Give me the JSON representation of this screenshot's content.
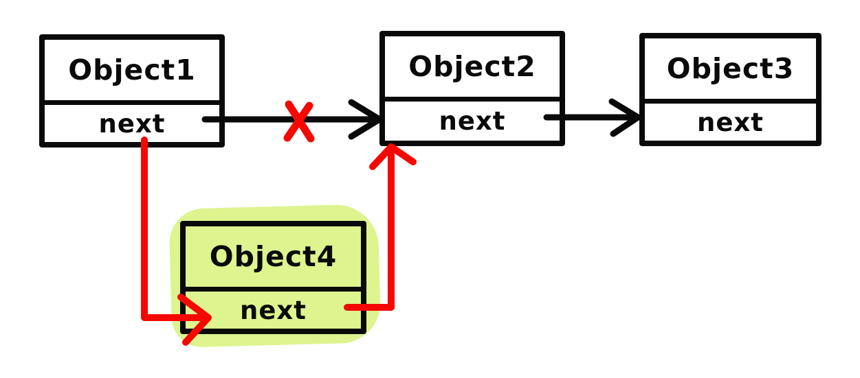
{
  "diagram": {
    "type": "linked-list-insertion-sketch",
    "background": "#ffffff",
    "colors": {
      "stroke": "#0a0a0a",
      "accent_red": "#f50800",
      "highlight_green": "#ddf48f"
    },
    "nodes": [
      {
        "id": "object1",
        "label": "Object1",
        "field": "next",
        "highlighted": false
      },
      {
        "id": "object2",
        "label": "Object2",
        "field": "next",
        "highlighted": false
      },
      {
        "id": "object3",
        "label": "Object3",
        "field": "next",
        "highlighted": false
      },
      {
        "id": "object4",
        "label": "Object4",
        "field": "next",
        "highlighted": true
      }
    ],
    "edges": [
      {
        "from": "Object1.next",
        "to": "Object2",
        "style": "black-arrow",
        "annotation": "crossed-out-red-x"
      },
      {
        "from": "Object2.next",
        "to": "Object3",
        "style": "black-arrow",
        "annotation": ""
      },
      {
        "from": "Object1.next",
        "to": "Object4",
        "style": "red-arrow",
        "annotation": "new-link"
      },
      {
        "from": "Object4.next",
        "to": "Object2",
        "style": "red-arrow",
        "annotation": "new-link"
      }
    ]
  }
}
